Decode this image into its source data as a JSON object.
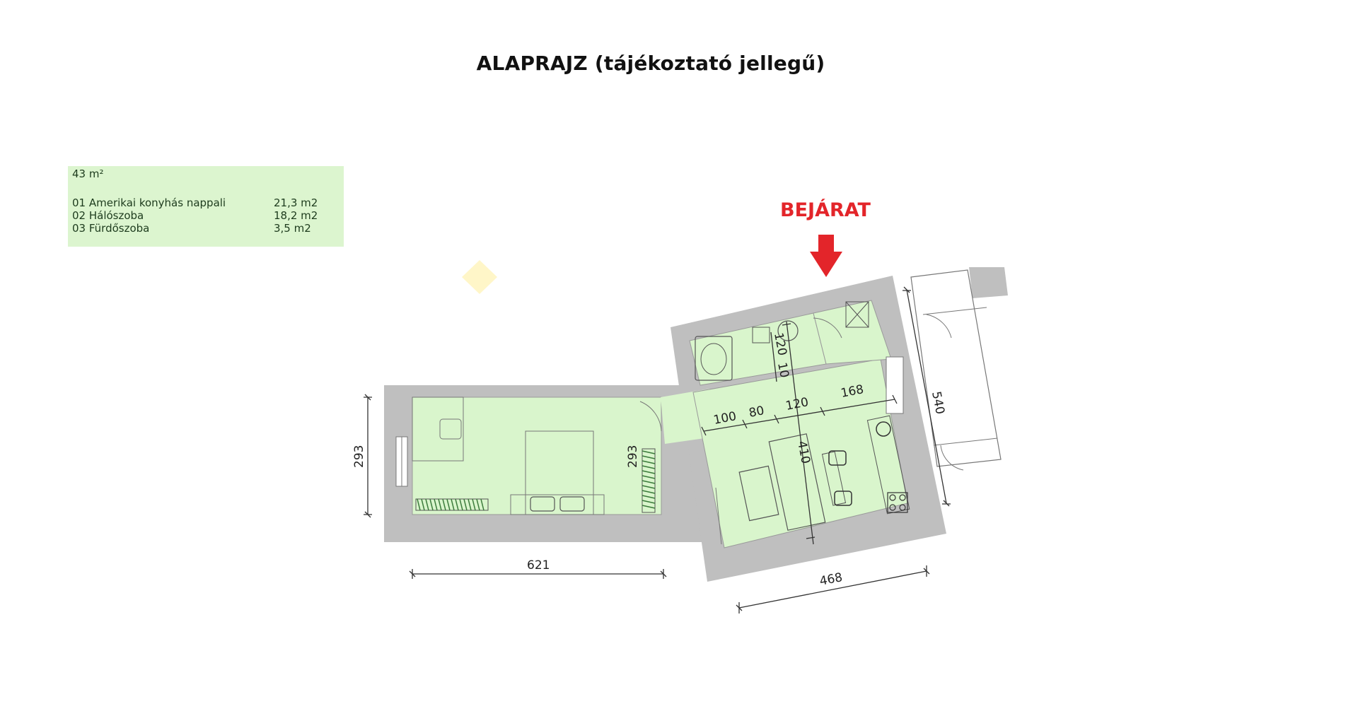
{
  "title": "ALAPRAJZ (tájékoztató jellegű)",
  "area_panel": {
    "total": "43 m²",
    "rooms": [
      {
        "name": "01 Amerikai konyhás nappali",
        "area": "21,3 m2"
      },
      {
        "name": "02 Hálószoba",
        "area": "18,2 m2"
      },
      {
        "name": "03 Fürdőszoba",
        "area": "3,5 m2"
      }
    ]
  },
  "entrance": {
    "label": "BEJÁRAT"
  },
  "dimensions": {
    "bedroom_height": "293",
    "bedroom_inner": "293",
    "bedroom_width": "621",
    "living_width": "468",
    "balcony_length": "540",
    "segment_100": "100",
    "segment_80": "80",
    "segment_120": "120",
    "segment_168": "168",
    "bath_120": "120",
    "bath_10": "10",
    "living_depth": "410"
  },
  "colors": {
    "wall": "#bfbfbf",
    "floor": "#d9f5cc",
    "panel": "#dcf5cf",
    "arrow": "#e3252a"
  }
}
